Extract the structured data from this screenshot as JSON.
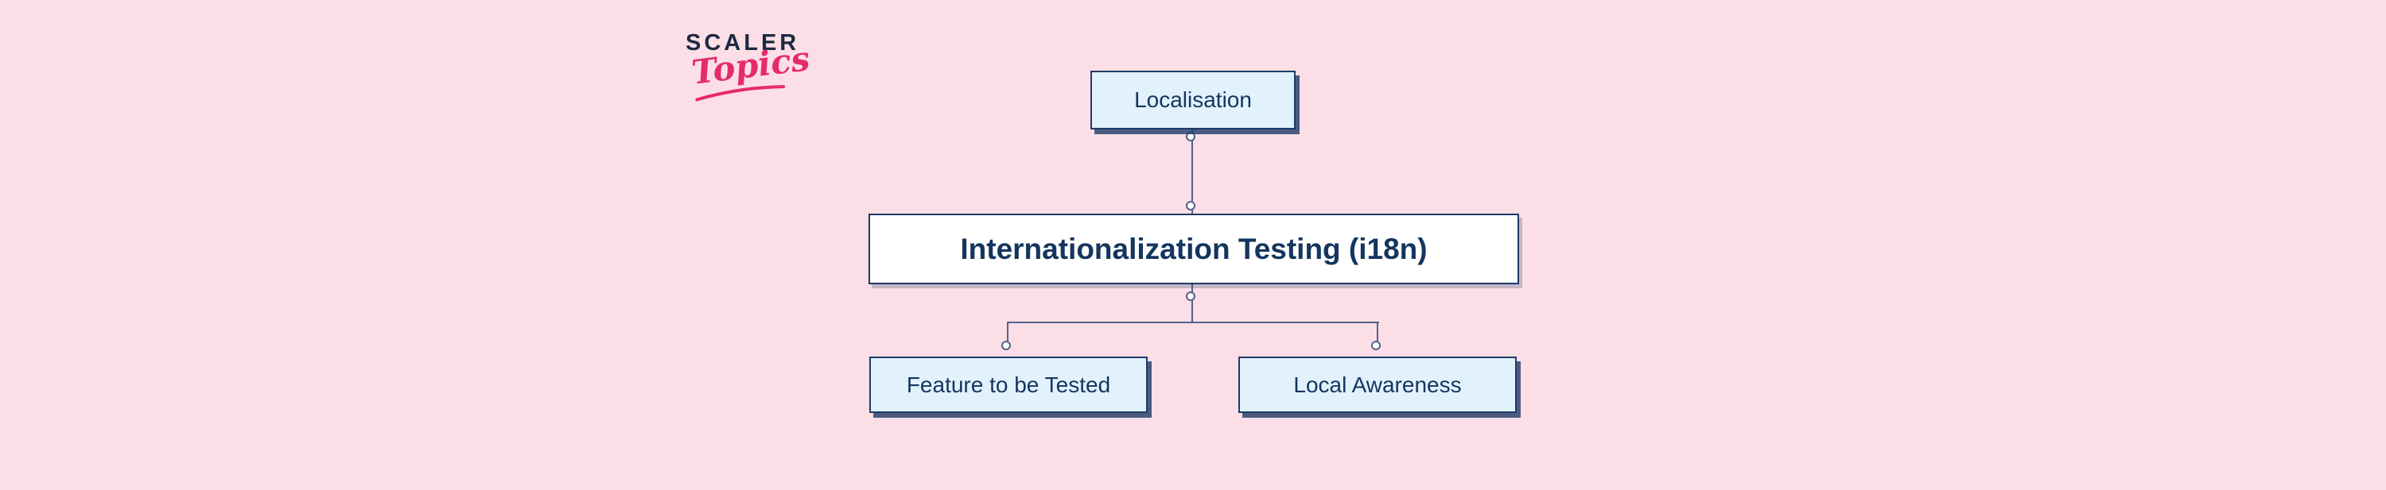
{
  "logo": {
    "primary": "SCALER",
    "secondary": "Topics"
  },
  "diagram": {
    "root": {
      "label": "Localisation"
    },
    "main": {
      "label": "Internationalization Testing (i18n)"
    },
    "children": [
      {
        "label": "Feature to be Tested"
      },
      {
        "label": "Local Awareness"
      }
    ]
  },
  "colors": {
    "background": "#fcdfe6",
    "node_fill": "#e2f2fd",
    "node_border": "#1e3a68",
    "main_fill": "#ffffff",
    "text": "#14355f",
    "connector": "#54618a",
    "logo_primary": "#1c2a42",
    "logo_secondary": "#e62a6e"
  }
}
